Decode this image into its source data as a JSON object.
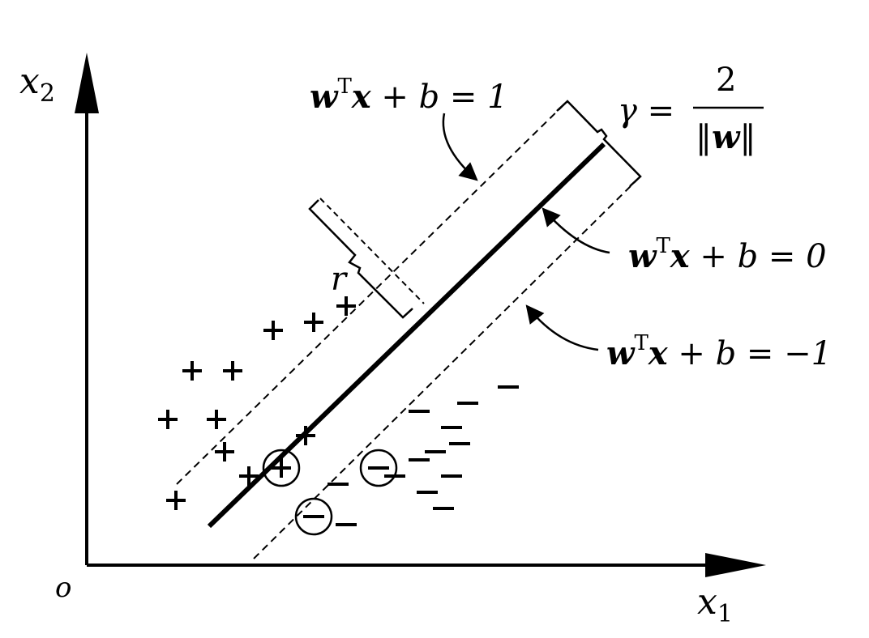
{
  "axes": {
    "origin_label": "o",
    "x_label_base": "x",
    "x_label_sub": "1",
    "y_label_base": "x",
    "y_label_sub": "2"
  },
  "labels": {
    "upper_margin": {
      "w": "w",
      "sup": "T",
      "x": "x",
      "rest": " + b = 1"
    },
    "hyperplane": {
      "w": "w",
      "sup": "T",
      "x": "x",
      "rest": " + b = 0"
    },
    "lower_margin": {
      "w": "w",
      "sup": "T",
      "x": "x",
      "rest": " + b = −1"
    },
    "gamma": {
      "lhs": "γ =",
      "numerator": "2",
      "denominator_w": "w",
      "bars": "‖"
    },
    "distance_r": "r"
  },
  "point_symbols": {
    "positive": "+",
    "negative": "−"
  },
  "positive_points": [
    [
      1,
      0.55
    ],
    [
      0.55,
      0.4
    ],
    [
      0.85,
      0.7
    ],
    [
      0.8,
      0.9
    ],
    [
      1.35,
      0.8
    ],
    [
      0.5,
      0.9
    ],
    [
      0.65,
      1.2
    ],
    [
      0.9,
      1.2
    ],
    [
      1.15,
      1.45
    ],
    [
      1.4,
      1.5
    ],
    [
      1.6,
      1.6
    ]
  ],
  "negative_points": [
    [
      1.6,
      0.25
    ],
    [
      1.55,
      0.5
    ],
    [
      2.2,
      0.35
    ],
    [
      2.1,
      0.45
    ],
    [
      2.25,
      0.55
    ],
    [
      1.9,
      0.55
    ],
    [
      2.05,
      0.65
    ],
    [
      2.25,
      0.85
    ],
    [
      2.15,
      0.7
    ],
    [
      2.3,
      0.75
    ],
    [
      2.6,
      1.1
    ],
    [
      2.05,
      0.95
    ],
    [
      2.35,
      1.0
    ]
  ],
  "support_vectors": {
    "positive": [
      [
        1.2,
        0.6
      ]
    ],
    "negative": [
      [
        1.8,
        0.6
      ],
      [
        1.4,
        0.3
      ]
    ]
  }
}
